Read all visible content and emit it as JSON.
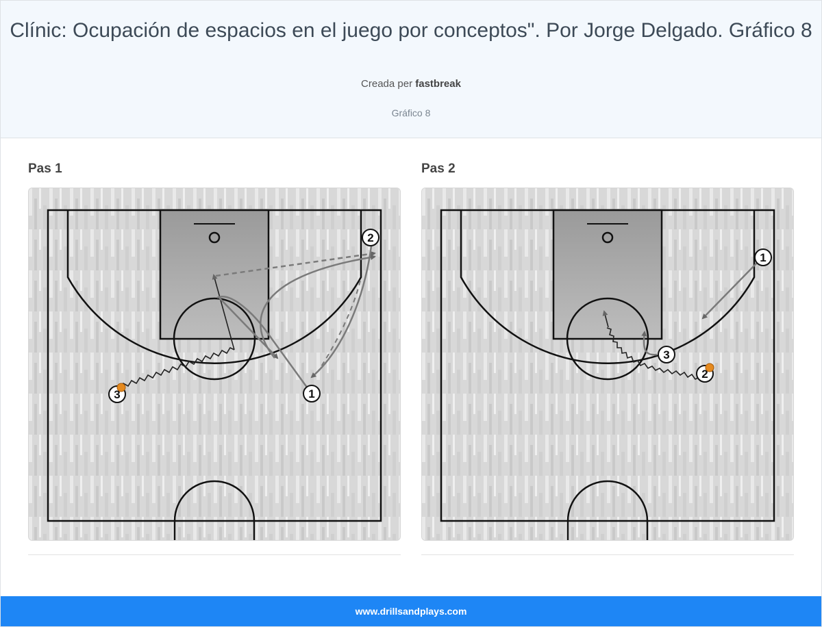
{
  "header": {
    "title": "Clínic: Ocupación de espacios en el juego por conceptos\". Por Jorge Delgado. Gráfico 8",
    "created_prefix": "Creada per",
    "author": "fastbreak",
    "subtitle": "Gráfico 8"
  },
  "steps": [
    {
      "label": "Pas 1",
      "players": [
        {
          "number": "1",
          "has_ball": false
        },
        {
          "number": "2",
          "has_ball": false
        },
        {
          "number": "3",
          "has_ball": true
        }
      ]
    },
    {
      "label": "Pas 2",
      "players": [
        {
          "number": "1",
          "has_ball": false
        },
        {
          "number": "2",
          "has_ball": true
        },
        {
          "number": "3",
          "has_ball": false
        }
      ]
    }
  ],
  "footer": {
    "site": "www.drillsandplays.com"
  },
  "colors": {
    "header_bg": "#f3f8fd",
    "footer_bg": "#1e86f5",
    "ball": "#e58a1f",
    "movement_line": "#777777"
  }
}
